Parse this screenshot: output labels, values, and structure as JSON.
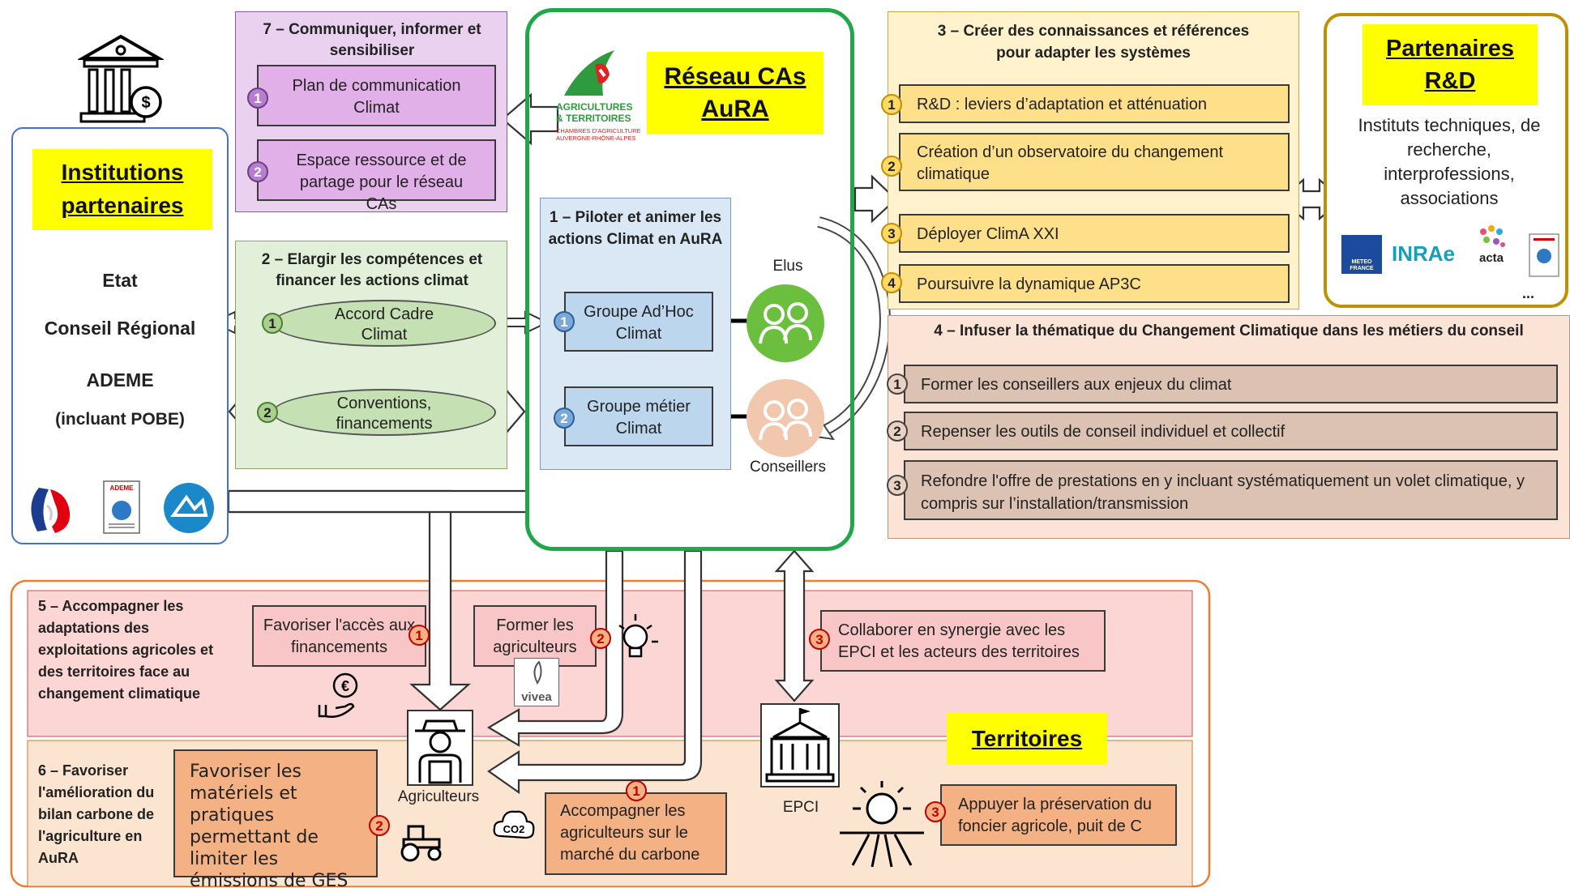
{
  "institutions": {
    "title_line1": "Institutions",
    "title_line2": "partenaires",
    "members": [
      "Etat",
      "Conseil Régional",
      "ADEME",
      "(incluant POBE)"
    ],
    "logos": [
      "marianne-logo",
      "ademe-logo",
      "region-aura-logo"
    ]
  },
  "block7": {
    "title": "7 – Communiquer, informer et sensibiliser",
    "items": [
      {
        "num": "1",
        "text": "Plan de communication Climat"
      },
      {
        "num": "2",
        "text": "Espace ressource et de partage pour le réseau CAs"
      }
    ]
  },
  "block2": {
    "title": "2 – Elargir les compétences et financer les actions climat",
    "items": [
      {
        "num": "1",
        "text": "Accord Cadre Climat"
      },
      {
        "num": "2",
        "text": "Conventions, financements"
      }
    ]
  },
  "reseau": {
    "title_line1": "Réseau CAs",
    "title_line2": "AuRA",
    "logo_line1": "AGRICULTURES",
    "logo_line2": "& TERRITOIRES",
    "logo_line3": "CHAMBRES D'AGRICULTURE",
    "logo_line4": "AUVERGNE-RHÔNE-ALPES"
  },
  "block1": {
    "title": "1 – Piloter et animer les actions Climat en AuRA",
    "items": [
      {
        "num": "1",
        "text": "Groupe Ad’Hoc Climat"
      },
      {
        "num": "2",
        "text": "Groupe métier Climat"
      }
    ],
    "elus": "Elus",
    "conseillers": "Conseillers"
  },
  "block3": {
    "title": "3 – Créer des connaissances et références pour adapter les systèmes",
    "items": [
      {
        "num": "1",
        "text": "R&D : leviers d’adaptation et atténuation"
      },
      {
        "num": "2",
        "text": "Création d’un observatoire du changement climatique"
      },
      {
        "num": "3",
        "text": "Déployer ClimA XXI"
      },
      {
        "num": "4",
        "text": "Poursuivre la dynamique AP3C"
      }
    ]
  },
  "partenaires": {
    "title_line1": "Partenaires",
    "title_line2": "R&D",
    "description": "Instituts techniques, de recherche, interprofessions, associations",
    "logos": [
      "METEO FRANCE",
      "INRAe",
      "acta"
    ],
    "ellipsis": "..."
  },
  "block4": {
    "title": "4 – Infuser la thématique du Changement Climatique dans les métiers du conseil",
    "items": [
      {
        "num": "1",
        "text": "Former les conseillers aux enjeux du climat"
      },
      {
        "num": "2",
        "text": "Repenser les outils de conseil individuel et collectif"
      },
      {
        "num": "3",
        "text": "Refondre l'offre de prestations en y incluant systématiquement un volet climatique, y compris sur l’installation/transmission"
      }
    ]
  },
  "block5": {
    "title": "5 – Accompagner les adaptations des exploitations agricoles et des territoires face au changement climatique",
    "items": [
      {
        "num": "1",
        "text": "Favoriser l'accès aux financements"
      },
      {
        "num": "2",
        "text": "Former les agriculteurs"
      },
      {
        "num": "3",
        "text": "Collaborer en synergie avec les EPCI et les acteurs des territoires"
      }
    ],
    "vivea": "vivea"
  },
  "block6": {
    "title": "6 – Favoriser l'amélioration du bilan carbone de l'agriculture en AuRA",
    "items": [
      {
        "num": "1",
        "text": "Accompagner les agriculteurs sur le marché du carbone"
      },
      {
        "num": "2",
        "text": "Favoriser les matériels et pratiques permettant de limiter les émissions de GES"
      },
      {
        "num": "3",
        "text": "Appuyer la préservation du foncier agricole, puit de C"
      }
    ]
  },
  "territoires": "Territoires",
  "agriculteurs": "Agriculteurs",
  "epci": "EPCI",
  "co2": "CO2",
  "colors": {
    "green_frame": "#1fa84a",
    "blue_frame": "#4472c4",
    "orange_frame": "#ed7d31",
    "gold_frame": "#bf9000",
    "highlight": "#ffff00"
  }
}
